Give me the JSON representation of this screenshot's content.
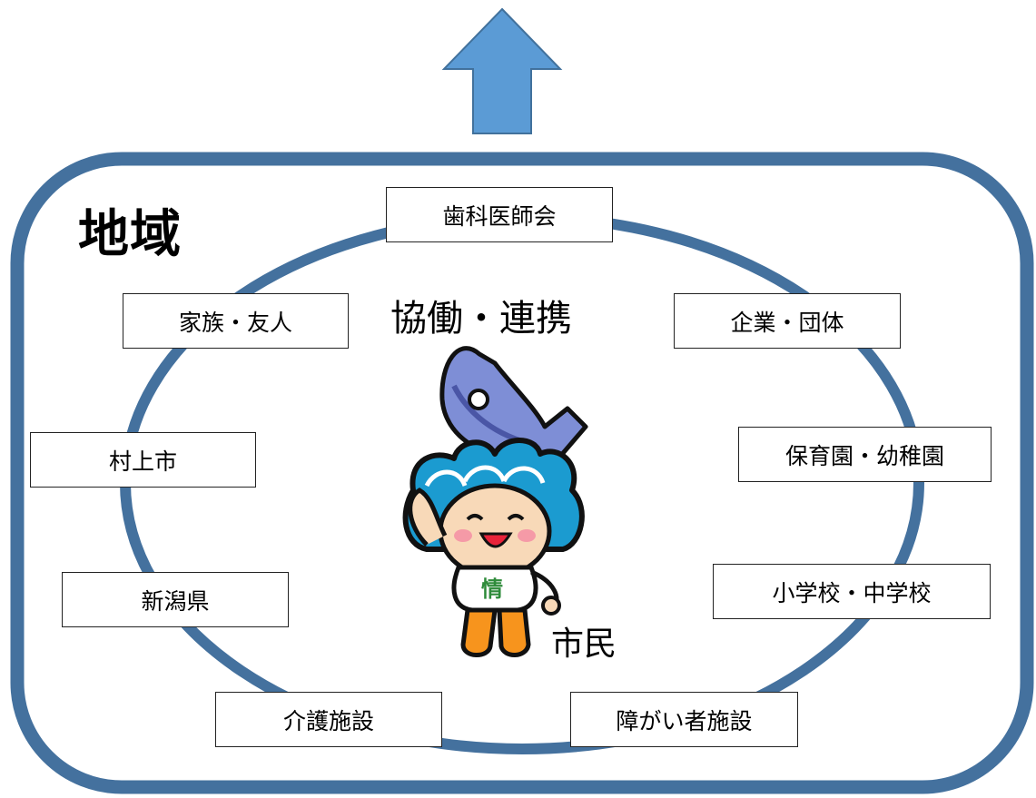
{
  "region_label": "地域",
  "center_label": "協働・連携",
  "citizen_label": "市民",
  "mascot_shirt_char": "情",
  "stakeholders": {
    "dental": "歯科医師会",
    "family": "家族・友人",
    "company": "企業・団体",
    "city": "村上市",
    "nursery": "保育園・幼稚園",
    "prefecture": "新潟県",
    "school": "小学校・中学校",
    "care": "介護施設",
    "disability": "障がい者施設"
  },
  "colors": {
    "frame": "#44719E",
    "arrow_fill": "#5B9BD5",
    "arrow_stroke": "#41719C",
    "mascot_hair": "#1B9BD0",
    "mascot_fish": "#7E8ED6",
    "mascot_legs": "#F7941D"
  },
  "icons": [
    "up-arrow-icon",
    "mascot-icon"
  ]
}
